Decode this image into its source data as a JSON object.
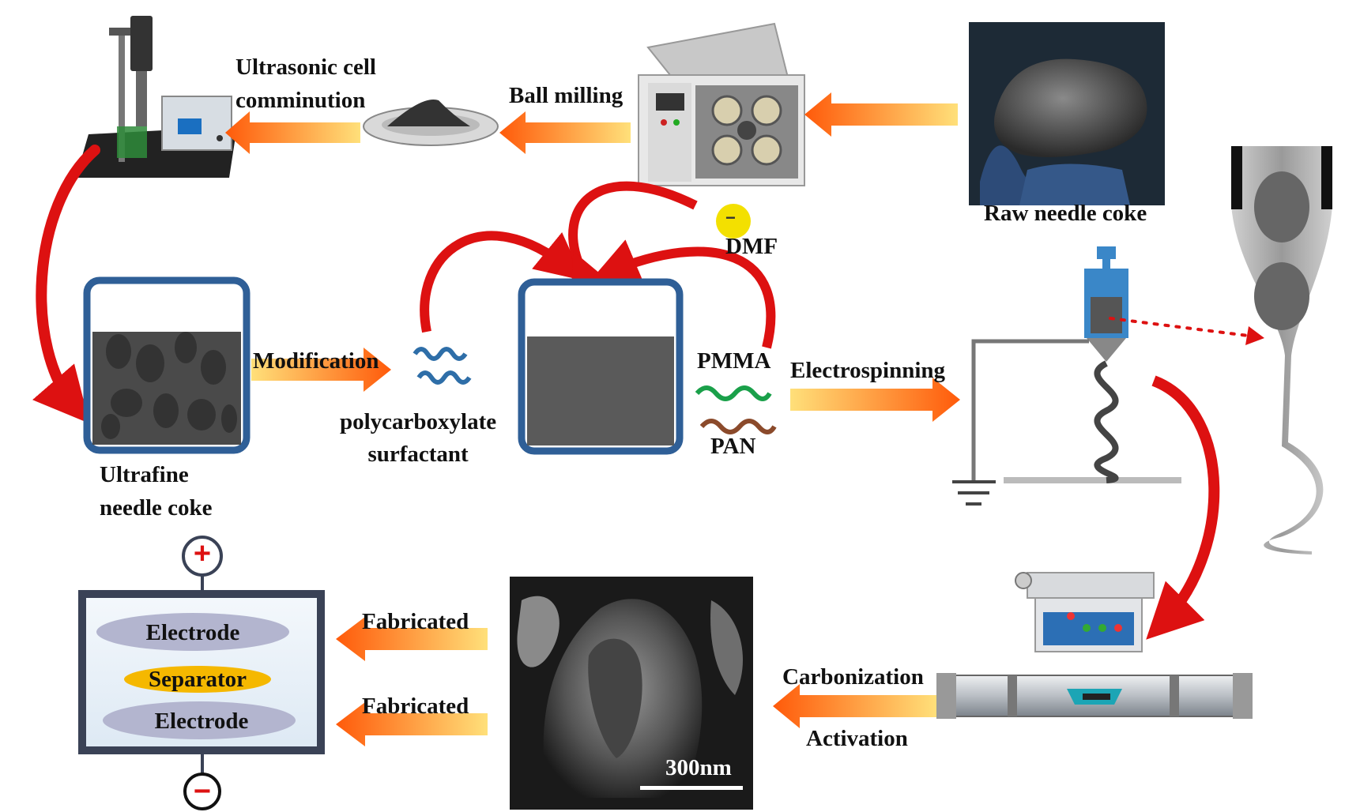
{
  "labels": {
    "ultrasonic": "Ultrasonic cell\ncomminution",
    "ball_milling": "Ball milling",
    "raw_coke": "Raw needle coke",
    "dmf": "DMF",
    "modification": "Modification",
    "surfactant": "polycarboxylate\nsurfactant",
    "pmma": "PMMA",
    "pan": "PAN",
    "electrospinning": "Electrospinning",
    "ultrafine": "Ultrafine\nneedle coke",
    "fabricated_1": "Fabricated",
    "fabricated_2": "Fabricated",
    "carbonization": "Carbonization",
    "activation": "Activation",
    "electrode_top": "Electrode",
    "separator": "Separator",
    "electrode_bottom": "Electrode",
    "scale_bar": "300nm",
    "plus": "+",
    "minus": "−",
    "dmf_sign": "−"
  },
  "colors": {
    "arrow_start": "#ffe07a",
    "arrow_end": "#ff5a0a",
    "curve_arrow": "#dd1111",
    "beaker_border": "#2f5f97",
    "liquid": "#5a5a5a",
    "pmma_wave": "#1aa04a",
    "pan_wave": "#8b4a2b",
    "surfactant_wave": "#2e6ea8",
    "electrode_fill": "#b3b5cf",
    "separator_fill": "#f5b800",
    "cell_border": "#3a4256",
    "dmf_dot": "#f3e000"
  }
}
